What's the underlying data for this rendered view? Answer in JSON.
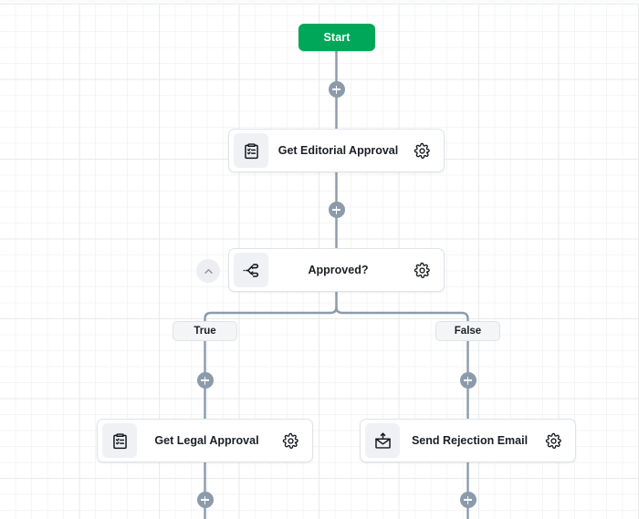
{
  "canvas": {
    "background": "#ffffff",
    "grid_color": "#e9eaec",
    "edge_color": "#8c9bab",
    "accent_green": "#00a758"
  },
  "start": {
    "label": "Start",
    "icon": "none"
  },
  "nodes": [
    {
      "id": "editorial",
      "label": "Get Editorial Approval",
      "icon": "clipboard-checklist-icon",
      "settings_icon": "gear-icon"
    },
    {
      "id": "approved",
      "label": "Approved?",
      "icon": "branch-split-icon",
      "settings_icon": "gear-icon",
      "collapse_icon": "chevron-up-icon"
    },
    {
      "id": "legal",
      "label": "Get Legal Approval",
      "icon": "clipboard-checklist-icon",
      "settings_icon": "gear-icon"
    },
    {
      "id": "rejection",
      "label": "Send Rejection Email",
      "icon": "send-envelope-icon",
      "settings_icon": "gear-icon"
    }
  ],
  "branches": [
    {
      "id": "true-branch",
      "label": "True"
    },
    {
      "id": "false-branch",
      "label": "False"
    }
  ],
  "add_buttons": [
    {
      "id": "add-after-start",
      "icon": "plus-icon"
    },
    {
      "id": "add-after-editorial",
      "icon": "plus-icon"
    },
    {
      "id": "add-true-branch",
      "icon": "plus-icon"
    },
    {
      "id": "add-false-branch",
      "icon": "plus-icon"
    },
    {
      "id": "add-after-legal",
      "icon": "plus-icon"
    },
    {
      "id": "add-after-rejection",
      "icon": "plus-icon"
    }
  ]
}
